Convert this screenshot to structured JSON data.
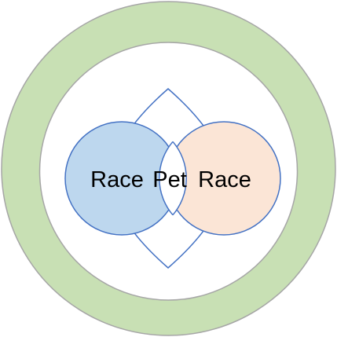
{
  "diagram": {
    "labels": {
      "left": "Race",
      "center": "Pet",
      "right": "Race"
    },
    "colors": {
      "outer_ring_fill": "#c8e0b4",
      "outer_ring_stroke": "#a6a6a6",
      "left_circle_fill": "#bdd7ee",
      "right_circle_fill": "#fbe5d6",
      "circle_stroke": "#4472c4",
      "text": "#000000"
    }
  }
}
